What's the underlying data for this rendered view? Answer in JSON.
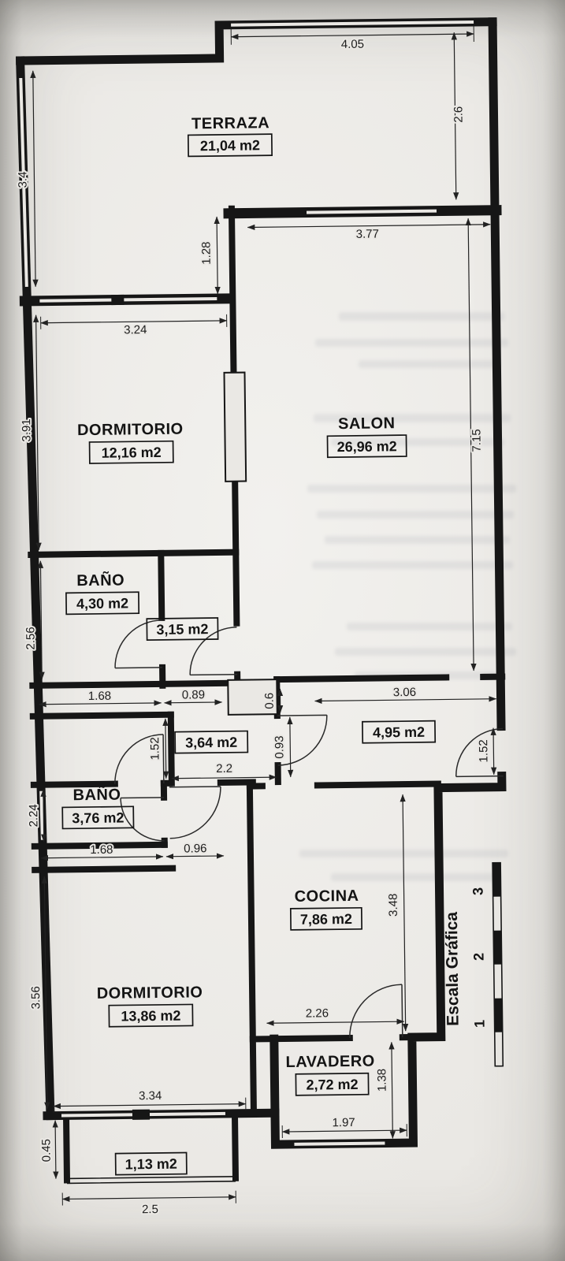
{
  "colors": {
    "ink": "#161616",
    "paper": "#eae8e4"
  },
  "rooms": {
    "terraza": {
      "name": "TERRAZA",
      "area": "21,04 m2"
    },
    "dormitorio1": {
      "name": "DORMITORIO",
      "area": "12,16 m2"
    },
    "salon": {
      "name": "SALON",
      "area": "26,96 m2"
    },
    "bano1": {
      "name": "BAÑO",
      "area": "4,30 m2"
    },
    "hall1": {
      "area": "3,15 m2"
    },
    "pasillo": {
      "area": "3,64 m2"
    },
    "hall2": {
      "area": "4,95 m2"
    },
    "bano2": {
      "name": "BAÑO",
      "area": "3,76 m2"
    },
    "cocina": {
      "name": "COCINA",
      "area": "7,86 m2"
    },
    "dormitorio2": {
      "name": "DORMITORIO",
      "area": "13,86 m2"
    },
    "lavadero": {
      "name": "LAVADERO",
      "area": "2,72 m2"
    },
    "balcon": {
      "area": "1,13 m2"
    }
  },
  "dims": {
    "terraza_top": "4.05",
    "terraza_right": "2.6",
    "terraza_left": "3.4",
    "step": "1.28",
    "salon_w": "3.77",
    "dorm1_w": "3.24",
    "dorm1_h": "3.91",
    "salon_h": "7.15",
    "bano1_h": "2.56",
    "row1_a": "1.68",
    "row1_b": "0.89",
    "duct_w": "0.6",
    "hall2_w": "3.06",
    "pasillo_h": "1.52",
    "pasillo_h2": "0.93",
    "pasillo_w": "2.2",
    "entry_w": "1.52",
    "bano2_h": "2.24",
    "row2_a": "1.68",
    "row2_b": "0.96",
    "cocina_h": "3.48",
    "dorm2_h": "3.56",
    "cocina_w": "2.26",
    "dorm2_w": "3.34",
    "lavadero_h": "1.38",
    "lavadero_w": "1.97",
    "balcon_h": "0.45",
    "balcon_w": "2.5"
  },
  "scale": {
    "label": "Escala Gráfica",
    "ticks": [
      "1",
      "2",
      "3"
    ]
  }
}
